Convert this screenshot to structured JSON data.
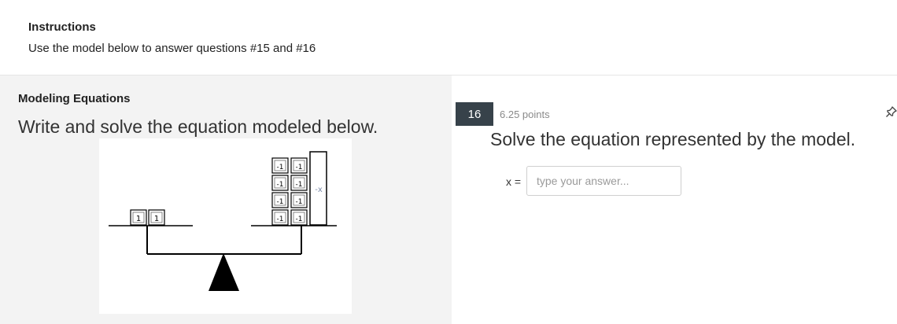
{
  "instructions": {
    "title": "Instructions",
    "text": "Use the model below to answer questions #15 and #16"
  },
  "left": {
    "section_title": "Modeling Equations",
    "prompt": "Write and solve the equation modeled below."
  },
  "model": {
    "left_pan_tiles": [
      "1",
      "1"
    ],
    "right_pan_tiles": [
      "-1",
      "-1",
      "-1",
      "-1",
      "-1",
      "-1",
      "-1",
      "-1"
    ],
    "bar_label": "-x"
  },
  "question": {
    "number": "16",
    "points": "6.25 points",
    "text": "Solve the equation represented by the model.",
    "answer_label": "x =",
    "answer_value": "",
    "answer_placeholder": "type your answer..."
  },
  "icons": {
    "pin": "pin-icon"
  },
  "colors": {
    "question_badge": "#37424a",
    "left_panel_bg": "#f3f3f3"
  }
}
